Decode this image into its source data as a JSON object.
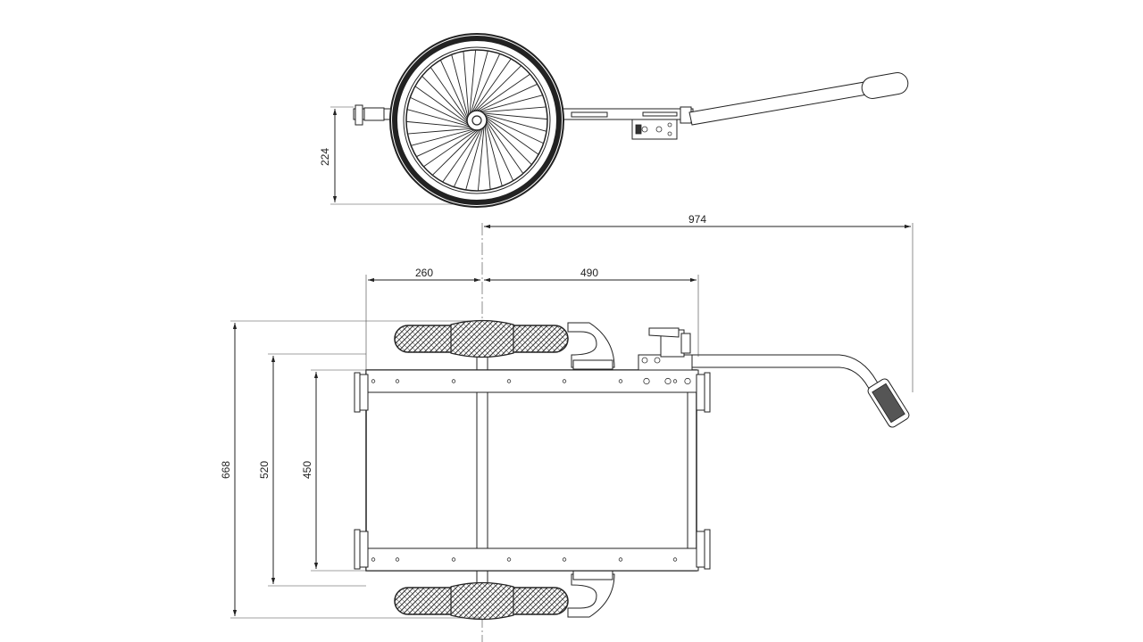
{
  "drawing": {
    "dimensions": {
      "wheel_height": "224",
      "total_length": "974",
      "front_overhang": "260",
      "rear_length": "490",
      "overall_width": "668",
      "frame_width": "520",
      "bed_width": "450"
    }
  }
}
